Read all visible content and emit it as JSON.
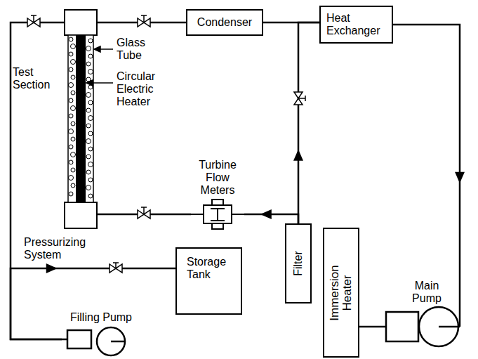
{
  "diagram": {
    "nodes": [
      {
        "text": [
          "Test Section"
        ]
      },
      {
        "text": [
          "Condenser"
        ]
      },
      {
        "text": [
          "Heat Exchanger"
        ]
      },
      {
        "text": [
          "Turbine Flow Meters"
        ]
      },
      {
        "text": [
          "Filter"
        ]
      },
      {
        "text": [
          "Immersion Heater"
        ]
      },
      {
        "text": [
          "Main Pump"
        ]
      },
      {
        "text": [
          "Storage Tank"
        ]
      },
      {
        "text": [
          "Filling Pump"
        ]
      }
    ],
    "edges": [
      {
        "from": 0,
        "to": 1,
        "arrow": "none"
      },
      {
        "from": 1,
        "to": 2,
        "arrow": "none"
      },
      {
        "from": 2,
        "to": 6,
        "arrow": "to"
      },
      {
        "from": 6,
        "to": 5,
        "arrow": "none"
      },
      {
        "from": 4,
        "to": 3,
        "arrow": "to"
      },
      {
        "from": 4,
        "to": 2,
        "arrow": "to"
      },
      {
        "from": 3,
        "to": 0,
        "arrow": "none"
      },
      {
        "from": 8,
        "to": 0,
        "arrow": "none"
      },
      {
        "from": 8,
        "to": 7,
        "arrow": "to"
      }
    ],
    "labels": [
      "Glass Tube",
      "Circular Electric Heater",
      "Pressurizing System"
    ]
  }
}
